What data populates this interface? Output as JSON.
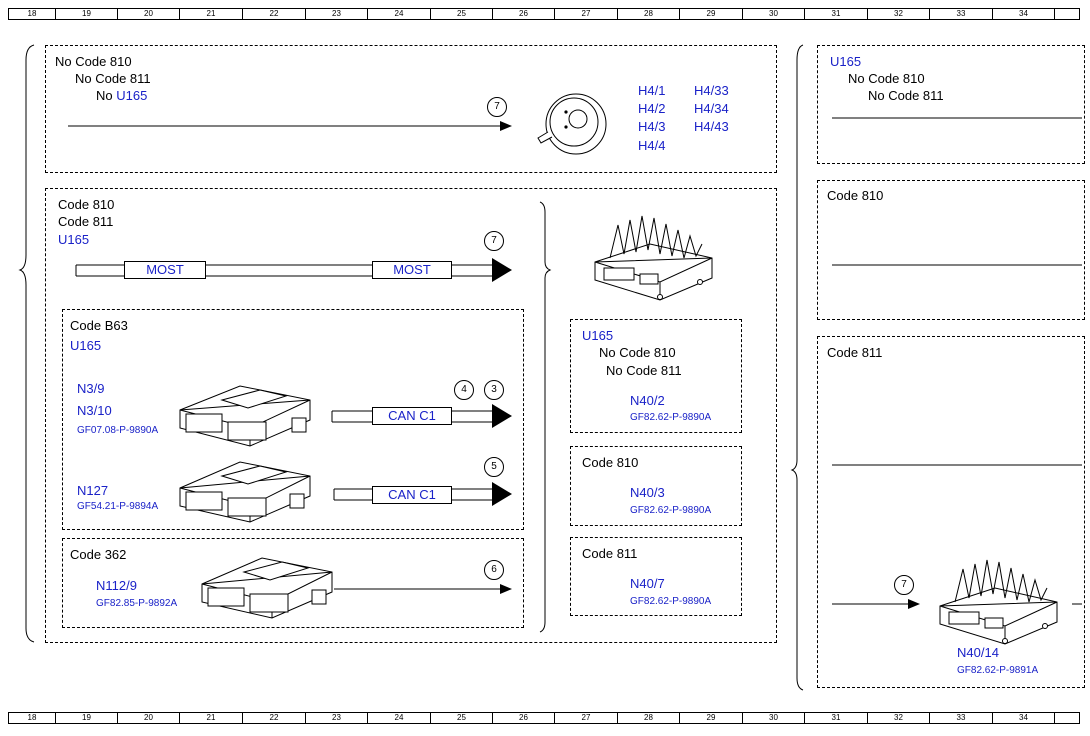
{
  "ruler": [
    "18",
    "19",
    "20",
    "21",
    "22",
    "23",
    "24",
    "25",
    "26",
    "27",
    "28",
    "29",
    "30",
    "31",
    "32",
    "33",
    "34"
  ],
  "box1": {
    "line1": "No Code 810",
    "line2": "No Code 811",
    "line3_prefix": "No ",
    "line3_code": "U165",
    "marker": "7"
  },
  "h4_labels": [
    "H4/1",
    "H4/2",
    "H4/3",
    "H4/4",
    "H4/33",
    "H4/34",
    "H4/43"
  ],
  "box2": {
    "line1": "Code 810",
    "line2": "Code 811",
    "line3": "U165",
    "marker": "7",
    "bus_left": "MOST",
    "bus_right": "MOST"
  },
  "box_b63": {
    "title": "Code B63",
    "code": "U165",
    "n3_9": "N3/9",
    "n3_10": "N3/10",
    "doc1": "GF07.08-P-9890A",
    "bus1": "CAN C1",
    "m1": "4",
    "m2": "3",
    "n127": "N127",
    "doc2": "GF54.21-P-9894A",
    "bus2": "CAN C1",
    "m3": "5"
  },
  "box_362": {
    "title": "Code 362",
    "n112": "N112/9",
    "doc": "GF82.85-P-9892A",
    "marker": "6"
  },
  "box_u165_right": {
    "code": "U165",
    "line1": "No Code 810",
    "line2": "No Code 811",
    "part": "N40/2",
    "doc": "GF82.62-P-9890A"
  },
  "box_810_mid": {
    "title": "Code 810",
    "part": "N40/3",
    "doc": "GF82.62-P-9890A"
  },
  "box_811_mid": {
    "title": "Code 811",
    "part": "N40/7",
    "doc": "GF82.62-P-9890A"
  },
  "right_top": {
    "code": "U165",
    "line1": "No Code 810",
    "line2": "No Code 811"
  },
  "right_810": {
    "title": "Code 810"
  },
  "right_811": {
    "title": "Code 811",
    "marker": "7",
    "part": "N40/14",
    "doc": "GF82.62-P-9891A"
  },
  "colors": {
    "link_blue": "#1a22c8",
    "line": "#000000"
  }
}
